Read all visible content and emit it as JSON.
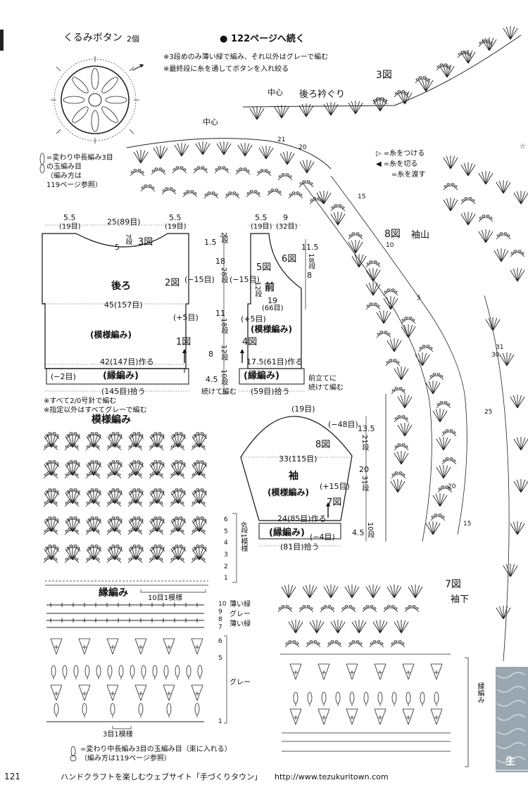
{
  "header": {
    "button_title": "くるみボタン",
    "button_count": "2個",
    "continue_marker": "●",
    "continue_text": "122ページへ続く",
    "note1": "※3段めのみ薄い緑で編み、それ以外はグレーで編む",
    "note2": "※最終段に糸を通してボタンを入れ絞る"
  },
  "button_legend": {
    "line1": "=変わり中長編み3目",
    "line2": "の玉編み目",
    "line3": "（編み方は",
    "line4": "119ページ参照）"
  },
  "symbol_legend": {
    "attach": "▷ =糸をつける",
    "cut": "◀ =糸を切る",
    "carry": "=糸を渡す"
  },
  "back_neck": {
    "center": "中心",
    "label": "後ろ衿ぐり",
    "fig": "3図"
  },
  "yoke": {
    "center": "中心",
    "row21": "21",
    "row20": "20",
    "row15": "15"
  },
  "back": {
    "top_left": "5.5",
    "top_left_st": "(19目)",
    "top_mid": "25(89目)",
    "top_right": "5.5",
    "top_right_st": "(19目)",
    "neck_depth": "5",
    "neck_rows": "7段",
    "fig3": "3図",
    "name": "後ろ",
    "fig2": "2図",
    "width": "45(157目)",
    "inc": "(+5目)",
    "pattern": "(模様編み)",
    "fig1": "1図",
    "cast_on": "42(147目)作る",
    "dec": "(−2目)",
    "edging": "(縁編み)",
    "pickup": "(145目)拾う"
  },
  "side": {
    "d1": "1.5",
    "r1": "2段",
    "d2": "18",
    "r2": "28段",
    "d3": "11",
    "r3": "18段",
    "d4": "8",
    "r4": "12段",
    "d5": "4.5",
    "r5": "10段",
    "dec_left": "(−15目)",
    "dec_right": "(−15目)",
    "cont": "続けて編む"
  },
  "front": {
    "top_left": "5.5",
    "top_left_st": "(19目)",
    "top_right": "9",
    "top_right_st": "(32目)",
    "fig6": "6図",
    "fig5": "5図",
    "name": "前",
    "neck_depth": "11.5",
    "neck_rows": "18段",
    "r12": "12段",
    "depth8": "8",
    "width": "19",
    "width_st": "(66目)",
    "inc": "(+5目)",
    "pattern": "(模様編み)",
    "fig4": "4図",
    "cast_on": "17.5(61目)作る",
    "edging": "(縁編み)",
    "pickup": "(59目)拾う",
    "note1": "前立てに",
    "note2": "続けて編む"
  },
  "notes": {
    "n1": "※すべて2/0号針で編む",
    "n2": "※指定以外はすべてグレーで編む"
  },
  "sleeve": {
    "top_st": "(19目)",
    "dec": "(−48目)",
    "fig8": "8図",
    "width": "33(115目)",
    "name": "袖",
    "pattern": "(模様編み)",
    "inc": "(+15目)",
    "fig7": "7図",
    "cast_on": "24(85目)作る",
    "edging": "(縁編み)",
    "dec2": "(−4目)",
    "pickup": "(81目)拾う",
    "d1": "13.5",
    "r1": "21段",
    "d2": "20",
    "r2": "31段",
    "d3": "4.5",
    "r3": "10段"
  },
  "pattern_chart": {
    "title": "模様編み",
    "repeat": "10目1模様",
    "rows": [
      "6",
      "5",
      "4",
      "3",
      "2",
      "1"
    ],
    "repeat_rows": "6段1模様"
  },
  "edging_chart": {
    "title": "縁編み",
    "repeat": "3目1模様",
    "rows": [
      "10",
      "9",
      "8",
      "7",
      "6",
      "5",
      "1"
    ],
    "c_light1": "薄い緑",
    "c_gray1": "グレー",
    "c_light2": "薄い緑",
    "c_gray2": "グレー",
    "legend1": "=変わり中長編み3目の玉編み目（束に入れる）",
    "legend2": "（編み方は119ページ参照）"
  },
  "right_charts": {
    "fig3": "3図",
    "fig8": "8図",
    "sleeve_cap": "袖山",
    "fig7": "7図",
    "sleeve_lower": "袖下",
    "r31": "31",
    "r30": "30",
    "r25": "25",
    "r20": "20",
    "r15": "15",
    "r10": "10",
    "r5": "5",
    "edging": "縁編み",
    "star": "☆",
    "photo_text": "生"
  },
  "footer": {
    "page": "121",
    "site": "ハンドクラフトを楽しむウェブサイト「手づくりタウン」",
    "url": "http://www.tezukuritown.com"
  }
}
